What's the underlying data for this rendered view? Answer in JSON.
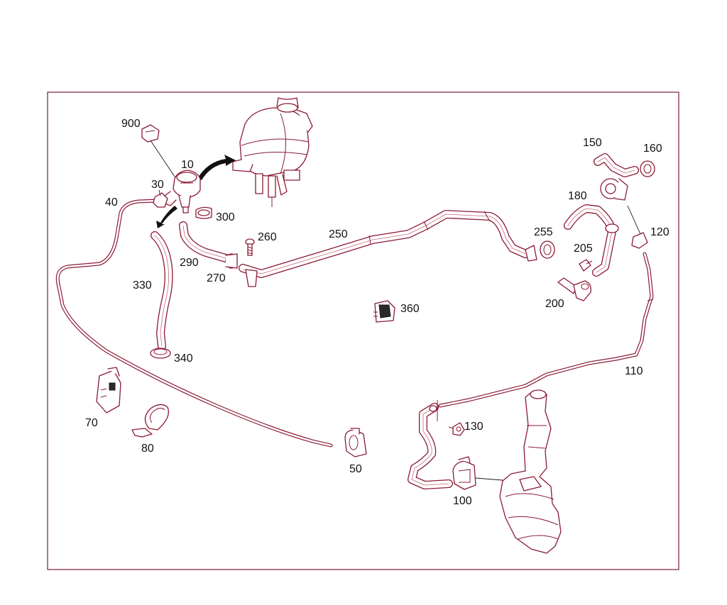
{
  "diagram": {
    "callouts": {
      "p900": "900",
      "p10": "10",
      "p30": "30",
      "p40": "40",
      "p300": "300",
      "p290": "290",
      "p330": "330",
      "p260": "260",
      "p270": "270",
      "p250": "250",
      "p340": "340",
      "p360": "360",
      "p70": "70",
      "p80": "80",
      "p50": "50",
      "p150": "150",
      "p160": "160",
      "p180": "180",
      "p255": "255",
      "p120": "120",
      "p205": "205",
      "p200": "200",
      "p110": "110",
      "p130": "130",
      "p100": "100"
    },
    "colors": {
      "line": "#8b1a35",
      "frame": "#7a1f33",
      "text": "#111111"
    }
  }
}
